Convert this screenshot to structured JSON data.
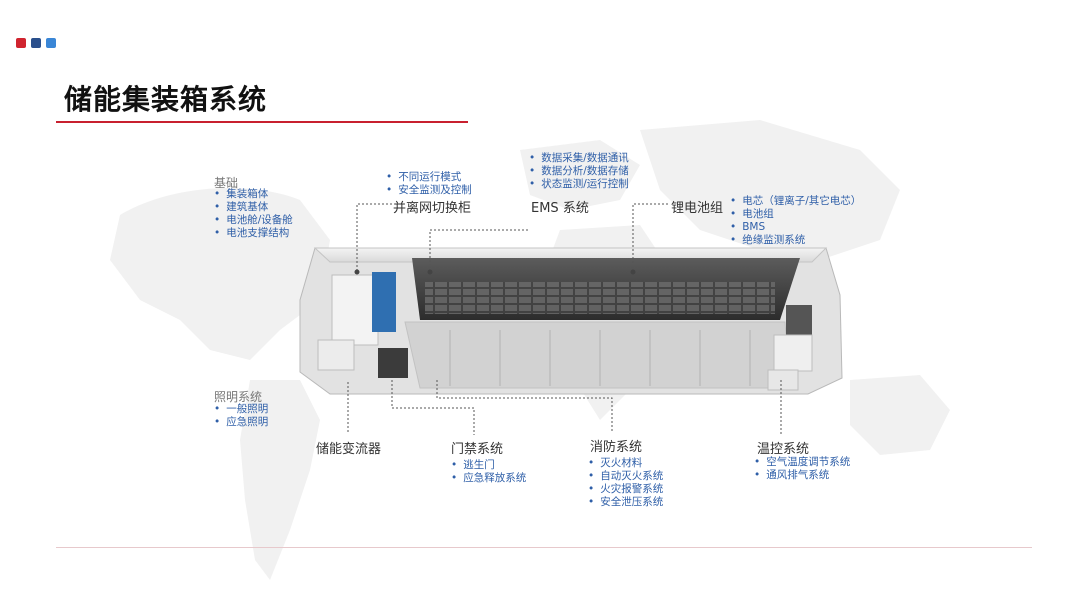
{
  "page": {
    "title": "储能集装箱系统",
    "accent": "#c8202f",
    "dot_colors": [
      "#d0242f",
      "#2a4f8c",
      "#3a86d6"
    ]
  },
  "labels": {
    "foundation": {
      "heading": "基础",
      "items": [
        "集装箱体",
        "建筑基体",
        "电池舱/设备舱",
        "电池支撑结构"
      ]
    },
    "switchgear": {
      "heading": "并离网切换柜",
      "items": [
        "不同运行模式",
        "安全监测及控制"
      ]
    },
    "ems": {
      "heading": "EMS 系统",
      "items": [
        "数据采集/数据通讯",
        "数据分析/数据存储",
        "状态监测/运行控制"
      ]
    },
    "battery": {
      "heading": "锂电池组",
      "items": [
        "电芯（锂离子/其它电芯）",
        "电池组",
        "BMS",
        "绝缘监测系统"
      ]
    },
    "lighting": {
      "heading": "照明系统",
      "items": [
        "一般照明",
        "应急照明"
      ]
    },
    "pcs": {
      "heading": "储能变流器"
    },
    "door": {
      "heading": "门禁系统",
      "items": [
        "逃生门",
        "应急释放系统"
      ]
    },
    "fire": {
      "heading": "消防系统",
      "items": [
        "灭火材料",
        "自动灭火系统",
        "火灾报警系统",
        "安全泄压系统"
      ]
    },
    "hvac": {
      "heading": "温控系统",
      "items": [
        "空气温度调节系统",
        "通风排气系统"
      ]
    }
  }
}
